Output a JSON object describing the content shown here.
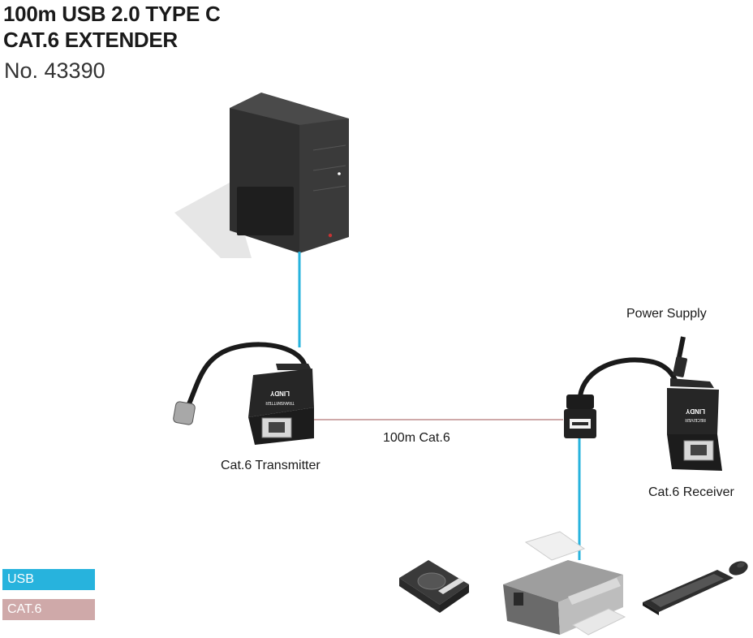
{
  "header": {
    "title_line1": "100m USB 2.0 TYPE C",
    "title_line2": "CAT.6 EXTENDER",
    "product_number": "No. 43390"
  },
  "labels": {
    "power_supply": "Power Supply",
    "transmitter": "Cat.6 Transmitter",
    "cable": "100m Cat.6",
    "receiver": "Cat.6 Receiver"
  },
  "legend": {
    "usb": "USB",
    "cat6": "CAT.6"
  },
  "devices": {
    "transmitter_brand": "LINDY",
    "transmitter_text": "TRANSMITTER",
    "receiver_brand": "LINDY",
    "receiver_text": "RECEIVER"
  },
  "colors": {
    "usb": "#27b3dd",
    "cat6": "#cfa9a9"
  }
}
